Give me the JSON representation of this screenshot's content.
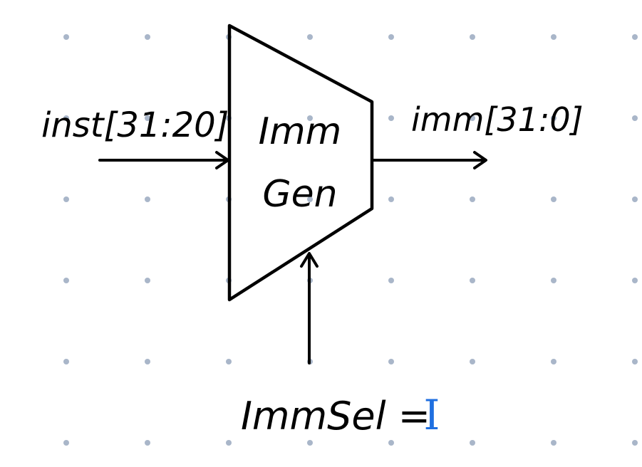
{
  "diagram": {
    "block": {
      "label_line1": "Imm",
      "label_line2": "Gen"
    },
    "input": {
      "label": "inst[31:20]"
    },
    "output": {
      "label": "imm[31:0]"
    },
    "control": {
      "label": "ImmSel =",
      "value": "I"
    }
  },
  "colors": {
    "ink": "#000000",
    "grid_dot": "#a9b6c9",
    "value_accent": "#1f6fe0",
    "background": "#ffffff"
  }
}
